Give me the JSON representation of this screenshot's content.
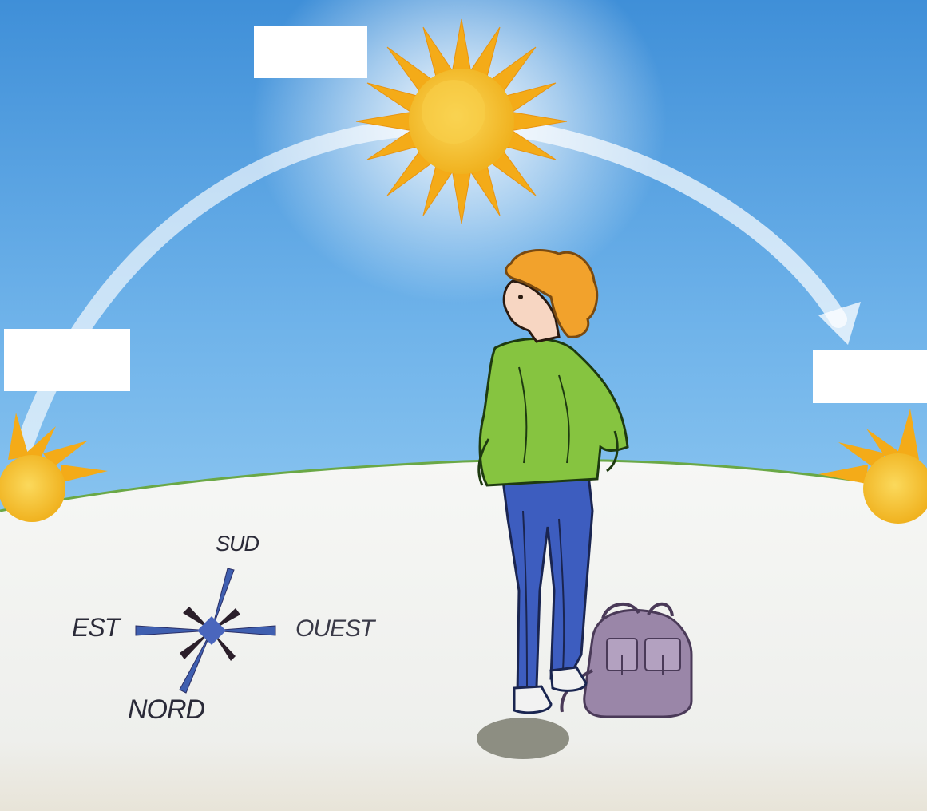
{
  "compass": {
    "north": "NORD",
    "south": "SUD",
    "east": "EST",
    "west": "OUEST"
  },
  "answer_boxes": {
    "noon": "",
    "east_horizon": "",
    "west_horizon": ""
  },
  "colors": {
    "sky_top": "#3f8fd8",
    "sky_bottom": "#8cc6f0",
    "ground": "#f3f4f2",
    "grass_edge": "#6aa846",
    "sun_core": "#f5c52a",
    "sun_ray": "#f2a81a",
    "compass_star": "#3f5fb0",
    "jacket": "#86c440",
    "jeans": "#3d5dbf",
    "hair": "#f2a22c",
    "backpack": "#9a86a8"
  },
  "icons": {
    "sun": "sun-icon",
    "compass": "compass-rose-icon",
    "arc": "sun-path-arrow-icon",
    "child": "child-figure-icon",
    "backpack": "backpack-icon"
  }
}
